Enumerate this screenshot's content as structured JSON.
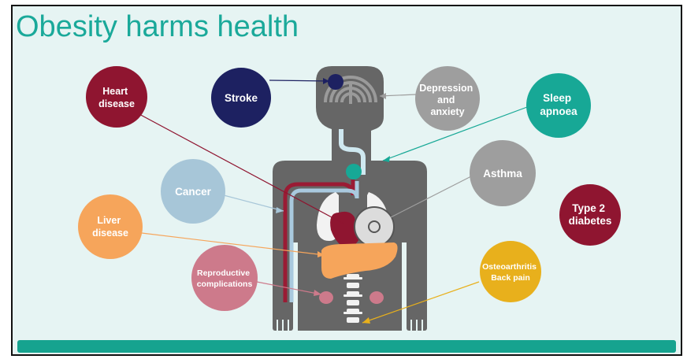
{
  "title": "Obesity harms health",
  "conditions": {
    "heart_disease": [
      "Heart",
      "disease"
    ],
    "stroke": [
      "Stroke"
    ],
    "depression": [
      "Depression",
      "and",
      "anxiety"
    ],
    "sleep_apnoea": [
      "Sleep",
      "apnoea"
    ],
    "cancer": [
      "Cancer"
    ],
    "asthma": [
      "Asthma"
    ],
    "type2_diabetes": [
      "Type 2",
      "diabetes"
    ],
    "liver_disease": [
      "Liver",
      "disease"
    ],
    "reproductive": [
      "Reproductive",
      "complications"
    ],
    "osteoarthritis": [
      "Osteoarthritis",
      "Back pain"
    ]
  },
  "colors": {
    "title": "#1aa99a",
    "background": "#e6f4f3",
    "body": "#666666",
    "heart_disease": "#8f1530",
    "stroke": "#1d2161",
    "depression": "#9e9e9e",
    "sleep_apnoea": "#17a896",
    "cancer": "#a7c6d8",
    "asthma": "#9e9e9e",
    "type2_diabetes": "#8f1530",
    "liver_disease": "#f6a55b",
    "reproductive": "#cd7a8b",
    "osteoarthritis": "#e8b01c",
    "footer": "#16a38f"
  }
}
